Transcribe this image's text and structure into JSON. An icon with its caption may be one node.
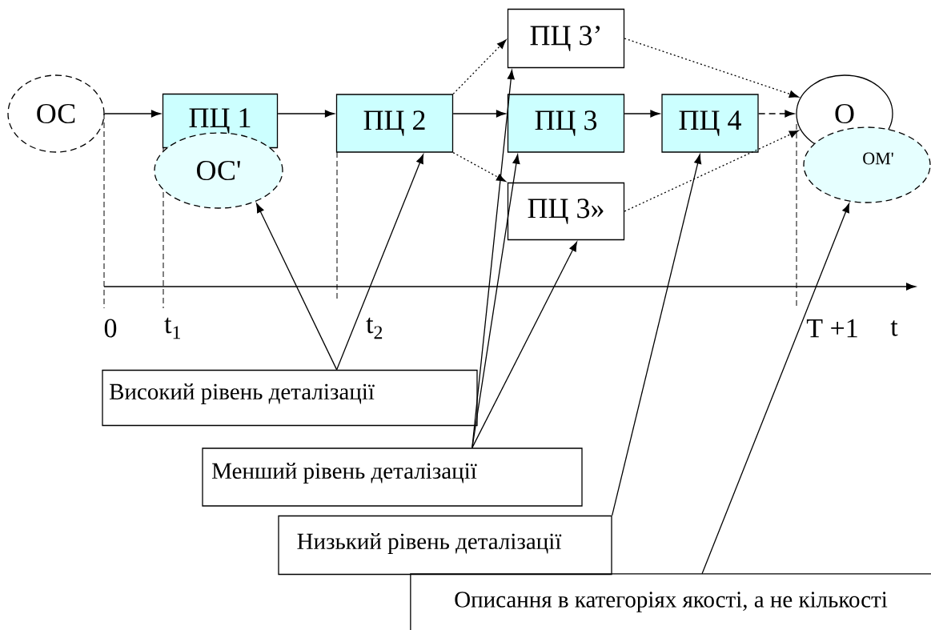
{
  "diagram": {
    "nodes": [
      {
        "text": [
          "ОС"
        ]
      },
      {
        "text": [
          "ПЦ 1"
        ]
      },
      {
        "text": [
          "ОС'"
        ]
      },
      {
        "text": [
          "ПЦ 2"
        ]
      },
      {
        "text": [
          "ПЦ 3’"
        ]
      },
      {
        "text": [
          "ПЦ 3"
        ]
      },
      {
        "text": [
          "ПЦ 4"
        ]
      },
      {
        "text": [
          "ПЦ 3»"
        ]
      },
      {
        "text": [
          "О"
        ]
      },
      {
        "text": [
          "ОМ'"
        ]
      },
      {
        "text": [
          "Високий рівень деталізації"
        ]
      },
      {
        "text": [
          "Менший рівень деталізації"
        ]
      },
      {
        "text": [
          "Низький рівень деталізації"
        ]
      },
      {
        "text": [
          "Описання в категоріях якості, а не кількості"
        ]
      }
    ],
    "edges": [
      {
        "from": 0,
        "to": 1,
        "arrow": "to"
      },
      {
        "from": 1,
        "to": 3,
        "arrow": "to"
      },
      {
        "from": 3,
        "to": 5,
        "arrow": "to"
      },
      {
        "from": 5,
        "to": 6,
        "arrow": "to"
      },
      {
        "from": 6,
        "to": 8,
        "arrow": "to",
        "style": "dashed"
      },
      {
        "from": 3,
        "to": 4,
        "arrow": "to",
        "style": "dashed"
      },
      {
        "from": 3,
        "to": 7,
        "arrow": "to",
        "style": "dashed"
      },
      {
        "from": 4,
        "to": 8,
        "arrow": "to",
        "style": "dashed"
      },
      {
        "from": 7,
        "to": 8,
        "arrow": "to",
        "style": "dashed"
      },
      {
        "from": 10,
        "to": 2,
        "arrow": "to"
      },
      {
        "from": 10,
        "to": 3,
        "arrow": "to"
      },
      {
        "from": 11,
        "to": 4,
        "arrow": "to"
      },
      {
        "from": 11,
        "to": 5,
        "arrow": "to"
      },
      {
        "from": 11,
        "to": 7,
        "arrow": "to"
      },
      {
        "from": 12,
        "to": 6,
        "arrow": "to"
      },
      {
        "from": 13,
        "to": 9,
        "arrow": "to"
      }
    ],
    "labels": [
      "0",
      "t$_{1}$",
      "t$_{2}$",
      "T +1",
      "t"
    ]
  }
}
